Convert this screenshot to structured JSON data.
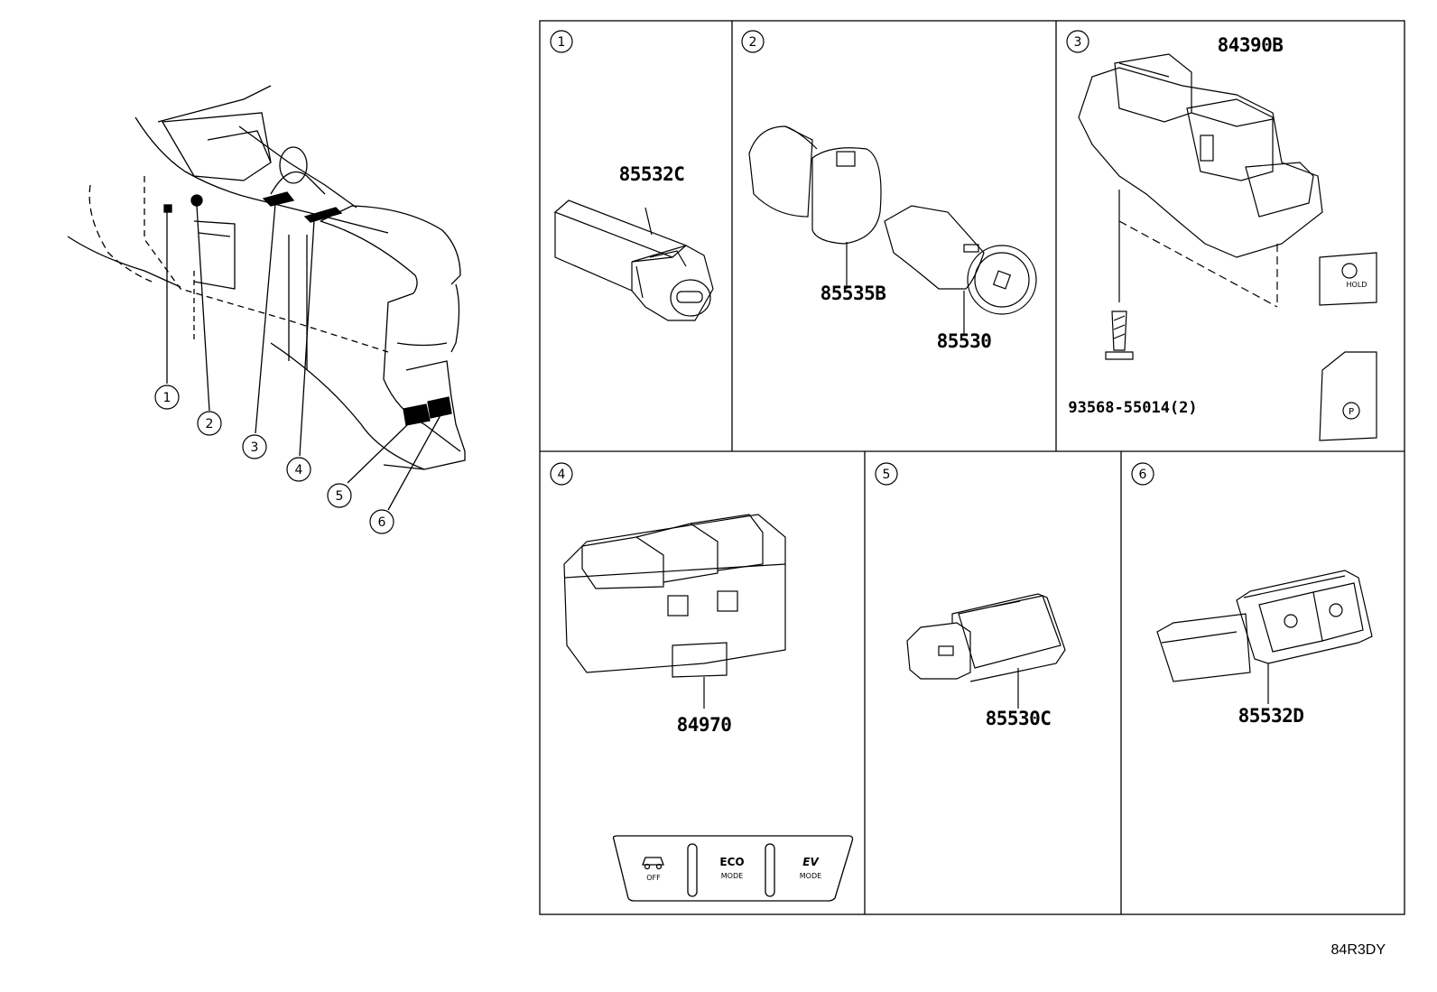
{
  "callouts": [
    "1",
    "2",
    "3",
    "4",
    "5",
    "6"
  ],
  "panels": [
    {
      "num": "1",
      "parts": [
        "85532C"
      ]
    },
    {
      "num": "2",
      "parts": [
        "85535B",
        "85530"
      ]
    },
    {
      "num": "3",
      "parts": [
        "84390B",
        "93568-55014(2)"
      ],
      "switch_labels": [
        "HOLD"
      ]
    },
    {
      "num": "4",
      "parts": [
        "84970"
      ],
      "buttons": [
        {
          "top": "",
          "bottom": "OFF"
        },
        {
          "top": "ECO",
          "bottom": "MODE"
        },
        {
          "top": "EV",
          "bottom": "MODE"
        }
      ]
    },
    {
      "num": "5",
      "parts": [
        "85530C"
      ]
    },
    {
      "num": "6",
      "parts": [
        "85532D"
      ]
    }
  ],
  "ref_code": "84R3DY"
}
